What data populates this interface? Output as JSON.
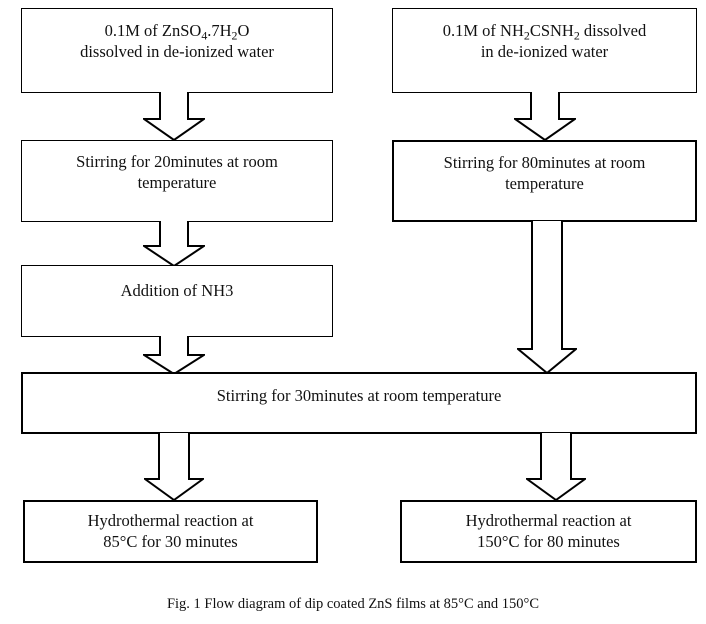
{
  "figure": {
    "caption": "Fig. 1 Flow diagram of dip coated ZnS films at 85°C and 150°C",
    "colors": {
      "background": "#ffffff",
      "stroke": "#000000",
      "text": "#111111"
    }
  },
  "nodes": {
    "zinc_precursor": {
      "line1_pre": "0.1M of ZnSO",
      "line1_sub1": "4",
      "line1_mid": ".7H",
      "line1_sub2": "2",
      "line1_post": "O",
      "line2": "dissolved in de-ionized water",
      "plain": "0.1M of ZnSO4.7H2O dissolved in de-ionized water"
    },
    "thiourea_precursor": {
      "line1_pre": "0.1M of NH",
      "line1_sub1": "2",
      "line1_mid": "CSNH",
      "line1_sub2": "2",
      "line1_post": " dissolved",
      "line2": "in de-ionized water",
      "plain": "0.1M of NH2CSNH2 dissolved in de-ionized water"
    },
    "stir_20": {
      "line1": "Stirring for 20minutes at room",
      "line2": "temperature"
    },
    "stir_80": {
      "line1": "Stirring for 80minutes at room",
      "line2": "temperature"
    },
    "add_nh3": {
      "line1": "Addition of NH3"
    },
    "stir_30": {
      "line1": "Stirring for 30minutes at room temperature"
    },
    "hydro_85": {
      "line1": "Hydrothermal reaction at",
      "line2": "85°C for 30 minutes"
    },
    "hydro_150": {
      "line1": "Hydrothermal reaction at",
      "line2": "150°C for 80 minutes"
    }
  },
  "connectors": {
    "zinc_to_stir20": "down-arrow",
    "thiourea_to_stir80": "down-arrow",
    "stir20_to_nh3": "down-arrow",
    "nh3_to_stir30": "down-arrow",
    "stir80_to_stir30": "long-down-arrow",
    "stir30_to_hydro85": "down-arrow",
    "stir30_to_hydro150": "down-arrow"
  }
}
